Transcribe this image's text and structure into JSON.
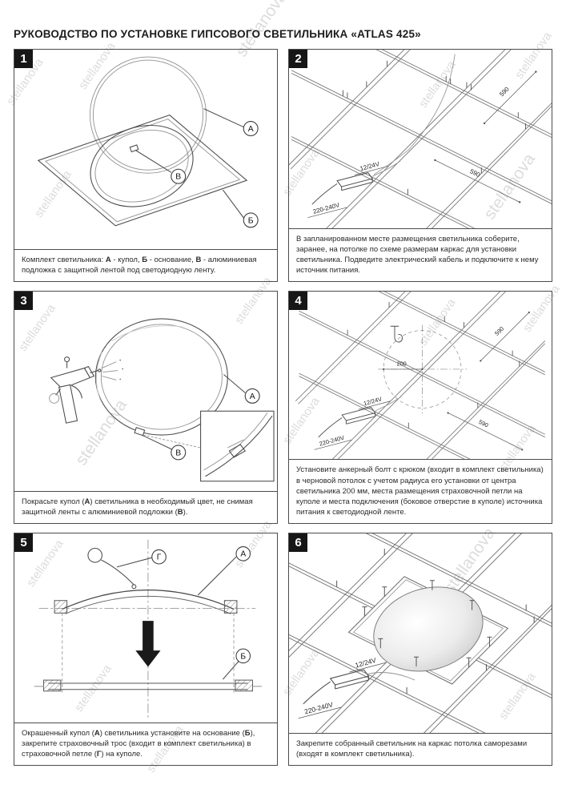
{
  "page": {
    "title": "РУКОВОДСТВО ПО УСТАНОВКЕ ГИПСОВОГО СВЕТИЛЬНИКА «ATLAS 425»",
    "watermark": "stellanova"
  },
  "labels": {
    "a": "А",
    "b": "Б",
    "v": "В",
    "g": "Г",
    "psu": "12/24V",
    "mains": "220-240V",
    "d590": "590",
    "d200": "200"
  },
  "panels": [
    {
      "number": "1",
      "caption": [
        {
          "t": "Комплект светильника: "
        },
        {
          "t": "А",
          "b": true
        },
        {
          "t": " - купол, "
        },
        {
          "t": "Б",
          "b": true
        },
        {
          "t": " - основание, "
        },
        {
          "t": "В",
          "b": true
        },
        {
          "t": " - алюминиевая подложка с защитной лентой под светодиодную ленту."
        }
      ]
    },
    {
      "number": "2",
      "caption": [
        {
          "t": "В запланированном месте размещения светильника соберите, заранее, на потолке по схеме размерам каркас для установки светильника. Подведите электрический кабель и подключите к нему источник питания."
        }
      ]
    },
    {
      "number": "3",
      "caption": [
        {
          "t": "Покрасьте купол ("
        },
        {
          "t": "А",
          "b": true
        },
        {
          "t": ") светильника в необходимый цвет, не снимая защитной ленты с алюминиевой подложки ("
        },
        {
          "t": "В",
          "b": true
        },
        {
          "t": ")."
        }
      ]
    },
    {
      "number": "4",
      "caption": [
        {
          "t": "Установите анкерный болт с крюком (входит в комплект светильника) в черновой потолок с учетом радиуса его установки от центра светильника 200 мм, места размещения страховочной петли на куполе и места подключения (боковое отверстие в куполе) источника питания к светодиодной ленте."
        }
      ]
    },
    {
      "number": "5",
      "caption": [
        {
          "t": "Окрашенный купол ("
        },
        {
          "t": "А",
          "b": true
        },
        {
          "t": ") светильника установите на основание ("
        },
        {
          "t": "Б",
          "b": true
        },
        {
          "t": "), закрепите страховочный трос (входит в комплект светильника) в страховочной петле ("
        },
        {
          "t": "Г",
          "b": true
        },
        {
          "t": ") на куполе."
        }
      ]
    },
    {
      "number": "6",
      "caption": [
        {
          "t": "Закрепите собранный светильник на каркас потолка саморезами (входят в комплект светильника)."
        }
      ]
    }
  ]
}
